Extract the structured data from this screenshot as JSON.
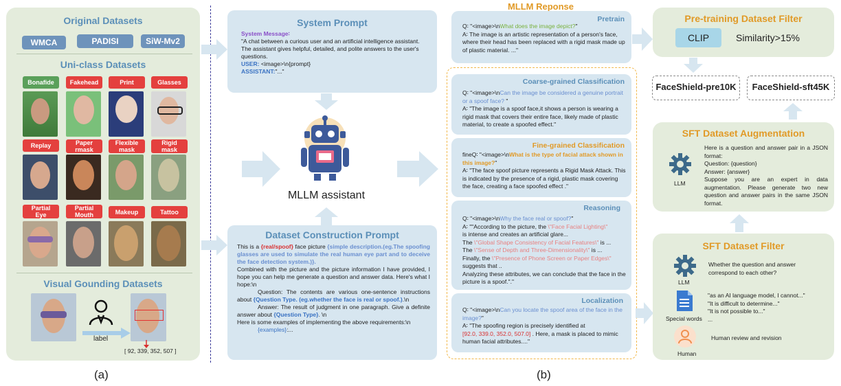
{
  "left": {
    "original_title": "Original Datasets",
    "original_chips": [
      "WMCA",
      "PADISI",
      "SiW-Mv2"
    ],
    "uniclass_title": "Uni-class Datasets",
    "uniclass_labels": [
      "Bonafide",
      "Fakehead",
      "Print",
      "Glasses",
      "Replay",
      "Paper\nrmask",
      "Flexible\nmask",
      "Rigid\nmask",
      "Partial\nEye",
      "Partial\nMouth",
      "Makeup",
      "Tattoo"
    ],
    "grounding_title": "Visual Gounding Datasets",
    "label_text": "label",
    "bbox_text": "[ 92, 339, 352, 507 ]",
    "caption": "(a)"
  },
  "system_prompt": {
    "title": "System Prompt",
    "msg_label": "System Message∶",
    "msg_text": "\"A chat between a curious user and an artificial intelligence assistant. The assistant gives helpful, detailed, and polite answers to the user's questions.",
    "user_label": "USER:",
    "user_text": " <image>\\n{prompt}",
    "assistant_label": "ASSISTANT:",
    "assistant_text": "\"...\""
  },
  "assistant_label": "MLLM assistant",
  "construction": {
    "title": "Dataset Construction Prompt",
    "p1a": "This is a ",
    "p1b": "{real/spoof}",
    "p1c": " face picture ",
    "p1d": "{simple description.(eg.The spoofing glasses are used to simulate the real human eye part and to deceive the face detection system.)}.",
    "p2": "Combined with the picture and the picture information I have provided, I hope you can help me generate a question and answer data. Here's what I hope:\\n",
    "p3a": "Question: The contents are various one-sentence instructions about ",
    "p3b": "{Question Type. (eg.whether the face is real or spoof.)",
    "p3c": ".\\n",
    "p4a": "Answer: The result of judgment in one paragraph. Give a definite answer about ",
    "p4b": "{Question Type}",
    "p4c": ". \\n",
    "p5": "Here is some examples of implementing the above requirements:\\n",
    "p6": "{examples}",
    "p6b": ":..."
  },
  "response": {
    "title": "MLLM Reponse",
    "pretrain": {
      "title": "Pretrain",
      "q_prefix": "Q∶  \"<image>\\n",
      "q_text": "What does the image depict?",
      "q_suffix": "\"",
      "a": "A∶ The image is an artistic representation of a person's face, where their head has been replaced with a rigid mask made up of plastic material. ...\""
    },
    "coarse": {
      "title": "Coarse-grained Classification",
      "q_prefix": "Q∶   \"<image>\\n",
      "q_text": "Can the image be considered a genuine portrait or a spoof face?",
      "q_suffix": " \"",
      "a": "A∶  \"The image is a spoof face,it shows a person is wearing a rigid mask that covers their entire face, likely made of plastic material, to create a spoofed effect.\""
    },
    "fine": {
      "title": "Fine-grained Classification",
      "q_prefix": "fineQ∶  \"<image>\\n",
      "q_text": "What is the type of facial attack shown in this image?",
      "q_suffix": "\"",
      "a": "A∶  \"The face spoof picture represents a Rigid Mask Attack. This is indicated by the presence of a rigid, plastic mask covering the face, creating a face spoofed effect .\""
    },
    "reasoning": {
      "title": "Reasoning",
      "q_prefix": "Q∶  \"<image>\\n",
      "q_text": "Why the face  real or spoof?",
      "q_suffix": "\"",
      "a1": "A∶  \"\"According to the picture, the ",
      "a1h": "\\\"Face Facial Lighting\\\"",
      "a2": "is intense and creates an artificial glare...",
      "a3": "The ",
      "a3h": "\\\"Global Shape Consistency of Facial Features\\\"",
      "a3e": " is ...",
      "a4": "The ",
      "a4h": "\\\"Sense of Depth and Three-Dimensionality\\\"",
      "a4e": " is ...",
      "a5": "  Finally, the ",
      "a5h": "\\\"Presence of Phone Screen or Paper Edges\\\"",
      "a6": "suggests that ..",
      "a7": "Analyzing these attributes, we can conclude that the face in the picture is a spoof.\".\""
    },
    "localization": {
      "title": "Localization",
      "q_prefix": "Q∶   \"<image>\\n",
      "q_text": "Can you locate the spoof area of the face in the image?",
      "q_suffix": "\"",
      "a1": "A∶  \"The spoofing region is precisely identified at",
      "a2h": "[92.0, 339.0, 352.0, 507.0]",
      "a2": " . Here, a mask is placed to mimic human facial attributes....\""
    },
    "caption": "(b)"
  },
  "right": {
    "pretrain_filter_title": "Pre-training Dataset Filter",
    "clip_label": "CLIP",
    "similarity": "Similarity>15%",
    "pre10k": "FaceShield-pre10K",
    "sft45k": "FaceShield-sft45K",
    "aug_title": "SFT Dataset Augmentation",
    "llm_label": "LLM",
    "aug_text": "Here is a question and answer pair in a JSON format:\nQuestion: {question}\nAnswer: {answer}\nSuppose you are an expert in data augmentation. Please generate two new question and answer pairs in the same JSON format.",
    "filter_title": "SFT Dataset Filter",
    "filter_llm_label": "LLM",
    "filter_q": "Whether the question and answer correspond to each other?",
    "special_label": "Special words",
    "special_lines": [
      "\"as an AI language model, I cannot...\"",
      "\"It is difficult to determine...\"",
      "\"It is not possible to...\"",
      "..."
    ],
    "human_label": "Human",
    "human_text": "Human review and revision"
  },
  "colors": {
    "panel_green": "#e4ecdc",
    "panel_blue": "#d7e6f0",
    "accent_blue": "#5b8fb8",
    "chip_red": "#e4403e",
    "chip_blue": "#6e93bb",
    "orange": "#e19a27"
  }
}
